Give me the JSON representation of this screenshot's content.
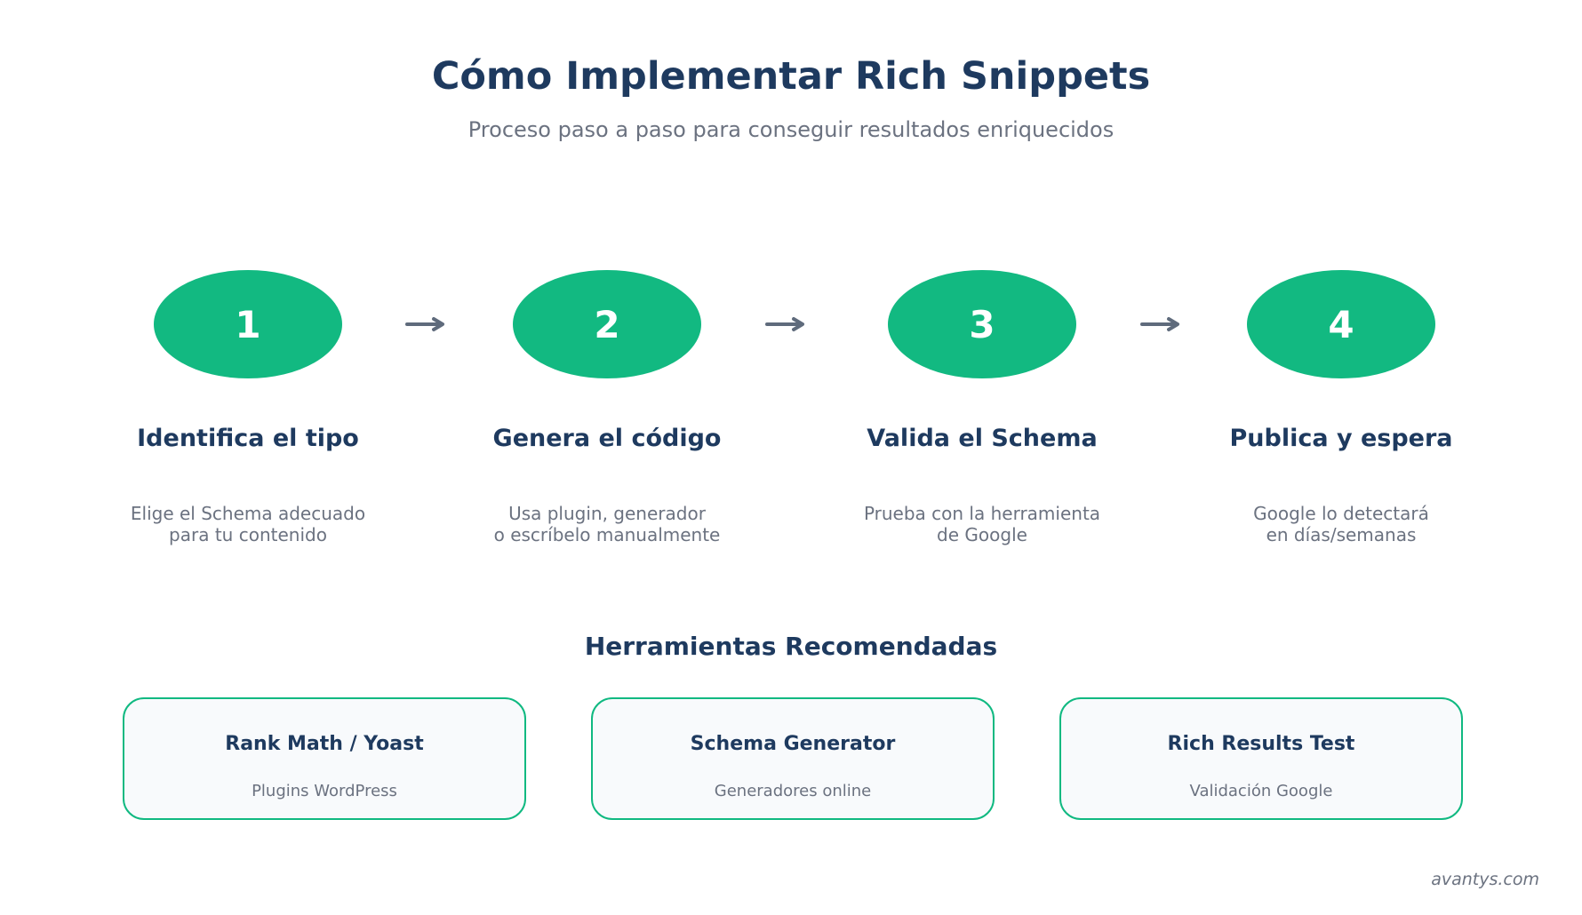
{
  "header": {
    "title": "Cómo Implementar Rich Snippets",
    "subtitle": "Proceso paso a paso para conseguir resultados enriquecidos"
  },
  "colors": {
    "accent": "#12b981",
    "heading": "#1e3a5f",
    "muted": "#6b7280",
    "arrow": "#5f6b7c"
  },
  "steps": [
    {
      "number": "1",
      "title": "Identifica el tipo",
      "desc_line1": "Elige el Schema adecuado",
      "desc_line2": "para tu contenido"
    },
    {
      "number": "2",
      "title": "Genera el código",
      "desc_line1": "Usa plugin, generador",
      "desc_line2": "o escríbelo manualmente"
    },
    {
      "number": "3",
      "title": "Valida el Schema",
      "desc_line1": "Prueba con la herramienta",
      "desc_line2": "de Google"
    },
    {
      "number": "4",
      "title": "Publica y espera",
      "desc_line1": "Google lo detectará",
      "desc_line2": "en días/semanas"
    }
  ],
  "tools": {
    "title": "Herramientas Recomendadas",
    "items": [
      {
        "name": "Rank Math / Yoast",
        "desc": "Plugins WordPress"
      },
      {
        "name": "Schema Generator",
        "desc": "Generadores online"
      },
      {
        "name": "Rich Results Test",
        "desc": "Validación Google"
      }
    ]
  },
  "footer": {
    "brand": "avantys.com"
  }
}
